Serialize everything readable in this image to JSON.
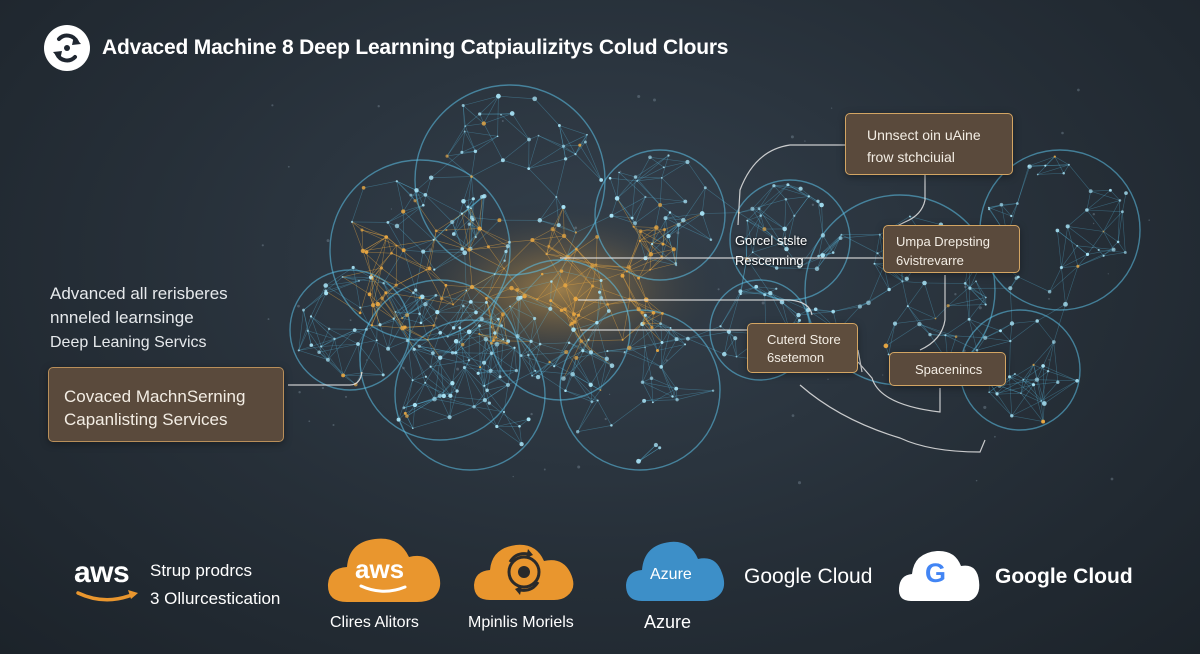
{
  "header": {
    "title": "Advaced Machine  8 Deep Learnning Catpiaulizitys Colud Clours"
  },
  "side_text": {
    "line1": "Advanced all rerisberes",
    "line2": "nnneled learnsinge",
    "line3": "Deep Leaning Servics"
  },
  "main_box": {
    "line1": "Covaced MachnSerning",
    "line2": "Capanlisting Services"
  },
  "callouts": {
    "box1": {
      "line1": "Unnsect oin uAine",
      "line2": "frow stchciuial"
    },
    "plain": {
      "line1": "Gorcel stslte",
      "line2": "Rescenning"
    },
    "box3": {
      "line1": "Umpa Drepsting",
      "line2": "6vistrevarre"
    },
    "box4": {
      "line1": "Cuterd Store",
      "line2": "6setemon"
    },
    "box5": {
      "line1": "Spacenincs"
    }
  },
  "providers": {
    "aws_logo_text": "aws",
    "aws_line1": "Strup prodrcs",
    "aws_line2": "3 Ollurcestication",
    "cloud1_logo": "aws",
    "cloud1_caption": "Clires Alitors",
    "cloud2_caption": "Mpinlis Moriels",
    "cloud3_logo": "Azure",
    "cloud3_caption": "Azure",
    "google_cloud_1": "Google Cloud",
    "google_cloud_2": "Google Cloud",
    "google_g": "G"
  },
  "colors": {
    "network_blue": "#5cc3ea",
    "network_gold": "#e8a742",
    "box_fill": "#5a4a3c",
    "box_border": "#d3a563",
    "aws_orange": "#e9962e",
    "azure_blue": "#3d8fc8"
  },
  "icons": [
    "refresh-arrows-icon",
    "aws-smile-icon",
    "sync-icon",
    "google-g-icon"
  ]
}
